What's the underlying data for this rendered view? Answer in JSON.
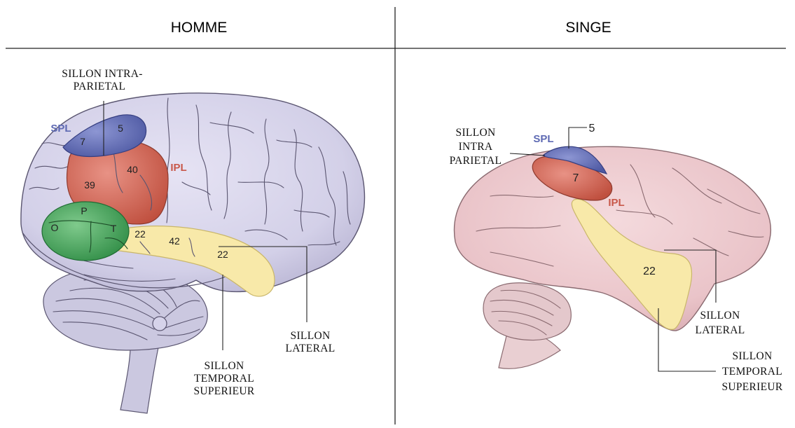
{
  "headers": {
    "left": "HOMME",
    "right": "SINGE"
  },
  "human": {
    "label_sillon_intraparietal": [
      "SILLON INTRA-",
      "PARIETAL"
    ],
    "label_spl": "SPL",
    "label_ipl": "IPL",
    "label_sillon_lateral": [
      "SILLON",
      "LATERAL"
    ],
    "label_sillon_temporal": [
      "SILLON",
      "TEMPORAL",
      "SUPERIEUR"
    ],
    "area_5": "5",
    "area_7": "7",
    "area_39": "39",
    "area_40": "40",
    "area_22a": "22",
    "area_42": "42",
    "area_22b": "22",
    "zone_p": "P",
    "zone_o": "O",
    "zone_t": "T"
  },
  "monkey": {
    "label_sillon_intraparietal": [
      "SILLON",
      "INTRA",
      "PARIETAL"
    ],
    "label_spl": "SPL",
    "label_ipl": "IPL",
    "label_sillon_lateral": [
      "SILLON",
      "LATERAL"
    ],
    "label_sillon_temporal": [
      "SILLON",
      "TEMPORAL",
      "SUPERIEUR"
    ],
    "area_5": "5",
    "area_7": "7",
    "area_22": "22"
  },
  "colors": {
    "spl_blue": "#5e6ab3",
    "ipl_red": "#c8584a",
    "pot_green": "#3d9a52",
    "area22_yellow": "#f7e8a8",
    "human_brain": "#d6d3ea",
    "monkey_brain": "#ecc9cd"
  }
}
